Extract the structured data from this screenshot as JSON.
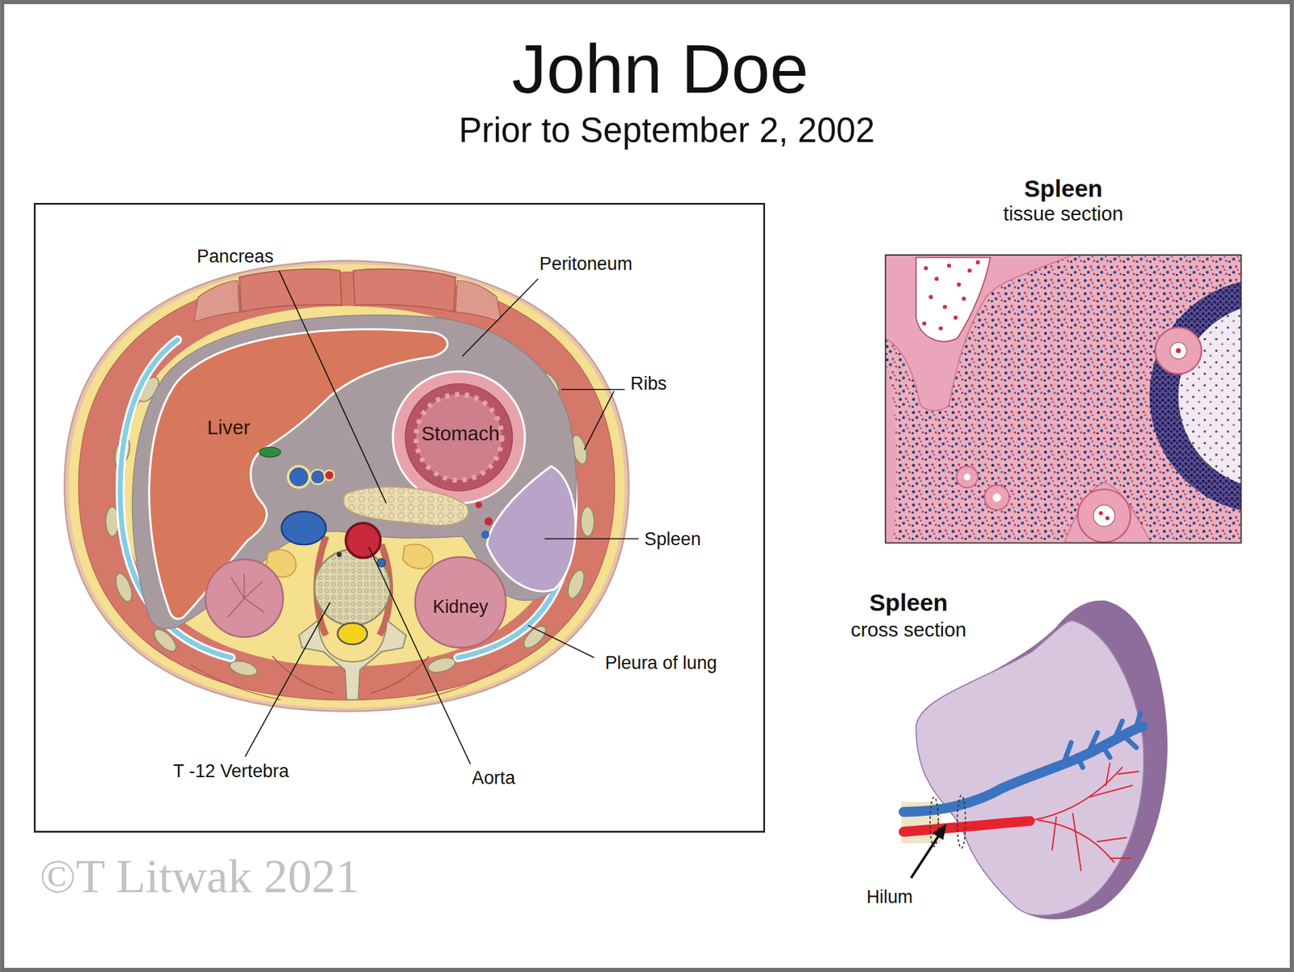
{
  "diagram": {
    "title": "John Doe",
    "nodes": [
      {
        "text": [
          "Spleen",
          "tissue section"
        ]
      }
    ],
    "labels": [
      "Prior to September 2, 2002",
      "Pancreas",
      "Peritoneum",
      "Ribs",
      "Liver",
      "Stomach",
      "Spleen",
      "Kidney",
      "Pleura of lung",
      "T -12 Vertebra",
      "Aorta",
      "Spleen",
      "cross section",
      "Hilum",
      "©T Litwak 2021"
    ]
  }
}
